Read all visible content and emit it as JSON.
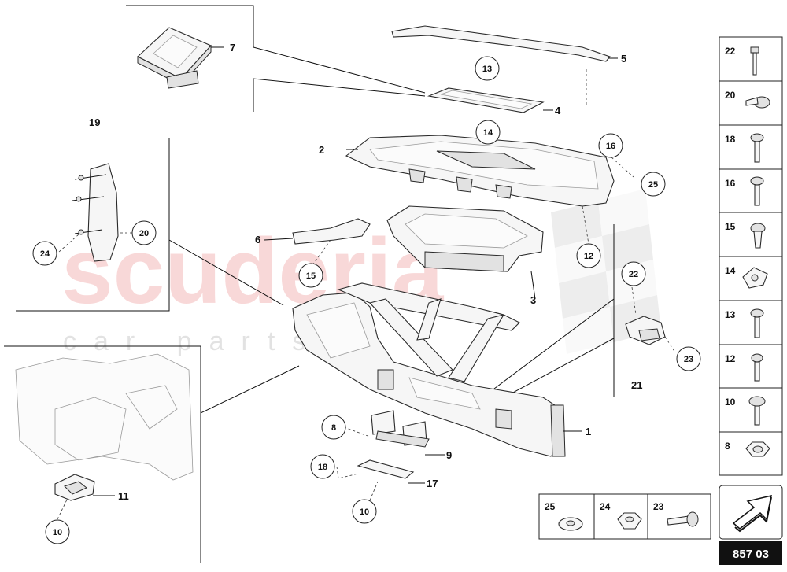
{
  "watermark": {
    "brand": "scuderia",
    "sub": "car parts"
  },
  "diagram_code": "857 03",
  "callouts": [
    {
      "id": "c1",
      "text": "1"
    },
    {
      "id": "c2",
      "text": "2"
    },
    {
      "id": "c3",
      "text": "3"
    },
    {
      "id": "c4",
      "text": "4"
    },
    {
      "id": "c5",
      "text": "5"
    },
    {
      "id": "c6",
      "text": "6"
    },
    {
      "id": "c7",
      "text": "7"
    },
    {
      "id": "c9",
      "text": "9"
    },
    {
      "id": "c11",
      "text": "11"
    },
    {
      "id": "c17",
      "text": "17"
    },
    {
      "id": "c19",
      "text": "19"
    },
    {
      "id": "c21",
      "text": "21"
    }
  ],
  "circles": [
    {
      "id": "k13",
      "text": "13"
    },
    {
      "id": "k14",
      "text": "14"
    },
    {
      "id": "k16",
      "text": "16"
    },
    {
      "id": "k25",
      "text": "25"
    },
    {
      "id": "k20",
      "text": "20"
    },
    {
      "id": "k24",
      "text": "24"
    },
    {
      "id": "k15",
      "text": "15"
    },
    {
      "id": "k12",
      "text": "12"
    },
    {
      "id": "k22",
      "text": "22"
    },
    {
      "id": "k23",
      "text": "23"
    },
    {
      "id": "k8",
      "text": "8"
    },
    {
      "id": "k18",
      "text": "18"
    },
    {
      "id": "k10a",
      "text": "10"
    },
    {
      "id": "k10b",
      "text": "10"
    }
  ],
  "fastener_column": [
    "22",
    "20",
    "18",
    "16",
    "15",
    "14",
    "13",
    "12",
    "10",
    "8"
  ],
  "fastener_row": [
    "25",
    "24",
    "23"
  ],
  "icons": {
    "nav": "arrow-up-right-icon"
  }
}
